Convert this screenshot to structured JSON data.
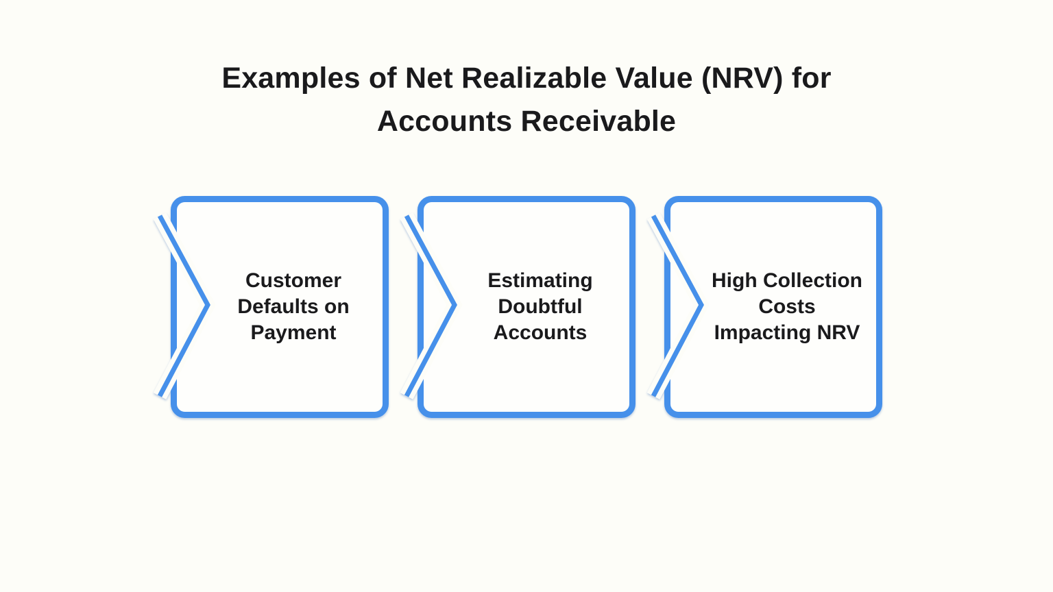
{
  "title": {
    "lines": [
      "Examples of Net Realizable Value (NRV) for",
      "Accounts Receivable"
    ]
  },
  "cards": [
    {
      "lines": [
        "Customer",
        "Defaults on",
        "Payment"
      ]
    },
    {
      "lines": [
        "Estimating",
        "Doubtful",
        "Accounts"
      ]
    },
    {
      "lines": [
        "High Collection",
        "Costs",
        "Impacting NRV"
      ]
    }
  ],
  "icons": {
    "chevron": "chevron-right-icon"
  },
  "colors": {
    "accent_blue": "#4690ea",
    "background": "#fdfdf8",
    "card_fill": "#fefefc",
    "text": "#1a1a1c"
  }
}
